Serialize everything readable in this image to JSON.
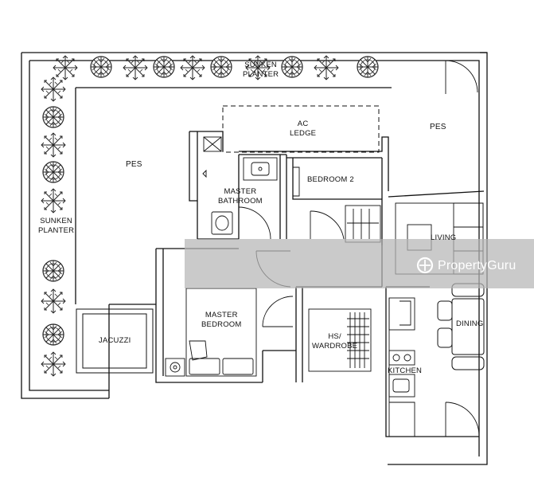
{
  "rooms": {
    "pes_left": "PES",
    "pes_right": "PES",
    "sunken_planter_top": "SUNKEN\nPLANTER",
    "sunken_planter_left": "SUNKEN\nPLANTER",
    "ac_ledge": "AC\nLEDGE",
    "bedroom_2": "BEDROOM 2",
    "master_bathroom": "MASTER\nBATHROOM",
    "living": "LIVING",
    "jacuzzi": "JACUZZI",
    "master_bedroom": "MASTER\nBEDROOM",
    "hs_wardrobe": "HS/\nWARDROBE",
    "dining": "DINING",
    "kitchen": "KITCHEN"
  },
  "watermark": {
    "text": "PropertyGuru"
  },
  "colors": {
    "wall": "#111111",
    "band": "#b5b5b5",
    "watermark_text": "#ffffff"
  }
}
